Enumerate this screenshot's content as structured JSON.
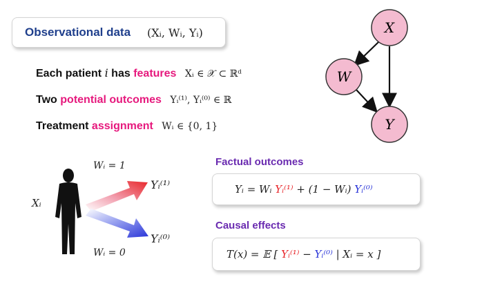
{
  "observational": {
    "title": "Observational data",
    "math": "(Xᵢ, Wᵢ, Yᵢ)"
  },
  "rows": [
    {
      "pre": "Each patient",
      "var": "i",
      "mid": "has",
      "highlight": "features",
      "math": "Xᵢ ∈ 𝒳 ⊂ ℝᵈ"
    },
    {
      "pre": "Two",
      "highlight": "potential outcomes",
      "math": "Yᵢ⁽¹⁾, Yᵢ⁽⁰⁾ ∈ ℝ"
    },
    {
      "pre": "Treatment",
      "highlight": "assignment",
      "math": "Wᵢ ∈ {0, 1}"
    }
  ],
  "graph": {
    "nodes": [
      {
        "id": "X",
        "label": "X"
      },
      {
        "id": "W",
        "label": "W"
      },
      {
        "id": "Y",
        "label": "Y"
      }
    ],
    "edges": [
      [
        "X",
        "W"
      ],
      [
        "X",
        "Y"
      ],
      [
        "W",
        "Y"
      ]
    ],
    "node_color": "#f4bbd0"
  },
  "treatment": {
    "patient_label": "Xᵢ",
    "treated_label": "Wᵢ = 1",
    "control_label": "Wᵢ = 0",
    "treated_outcome": "Yᵢ⁽¹⁾",
    "control_outcome": "Yᵢ⁽⁰⁾"
  },
  "factual": {
    "heading": "Factual outcomes",
    "formula_parts": [
      "Yᵢ = Wᵢ ",
      "Yᵢ⁽¹⁾",
      " + (1 − Wᵢ) ",
      "Yᵢ⁽⁰⁾"
    ]
  },
  "causal": {
    "heading": "Causal effects",
    "formula_parts": [
      "T(x) = 𝔼 [ ",
      "Yᵢ⁽¹⁾",
      " − ",
      "Yᵢ⁽⁰⁾",
      " | Xᵢ = x ]"
    ]
  },
  "colors": {
    "treated": "#e8272b",
    "control": "#2a35d8",
    "highlight": "#e6197d",
    "heading": "#6a2bb0",
    "title": "#1f3f8c"
  }
}
